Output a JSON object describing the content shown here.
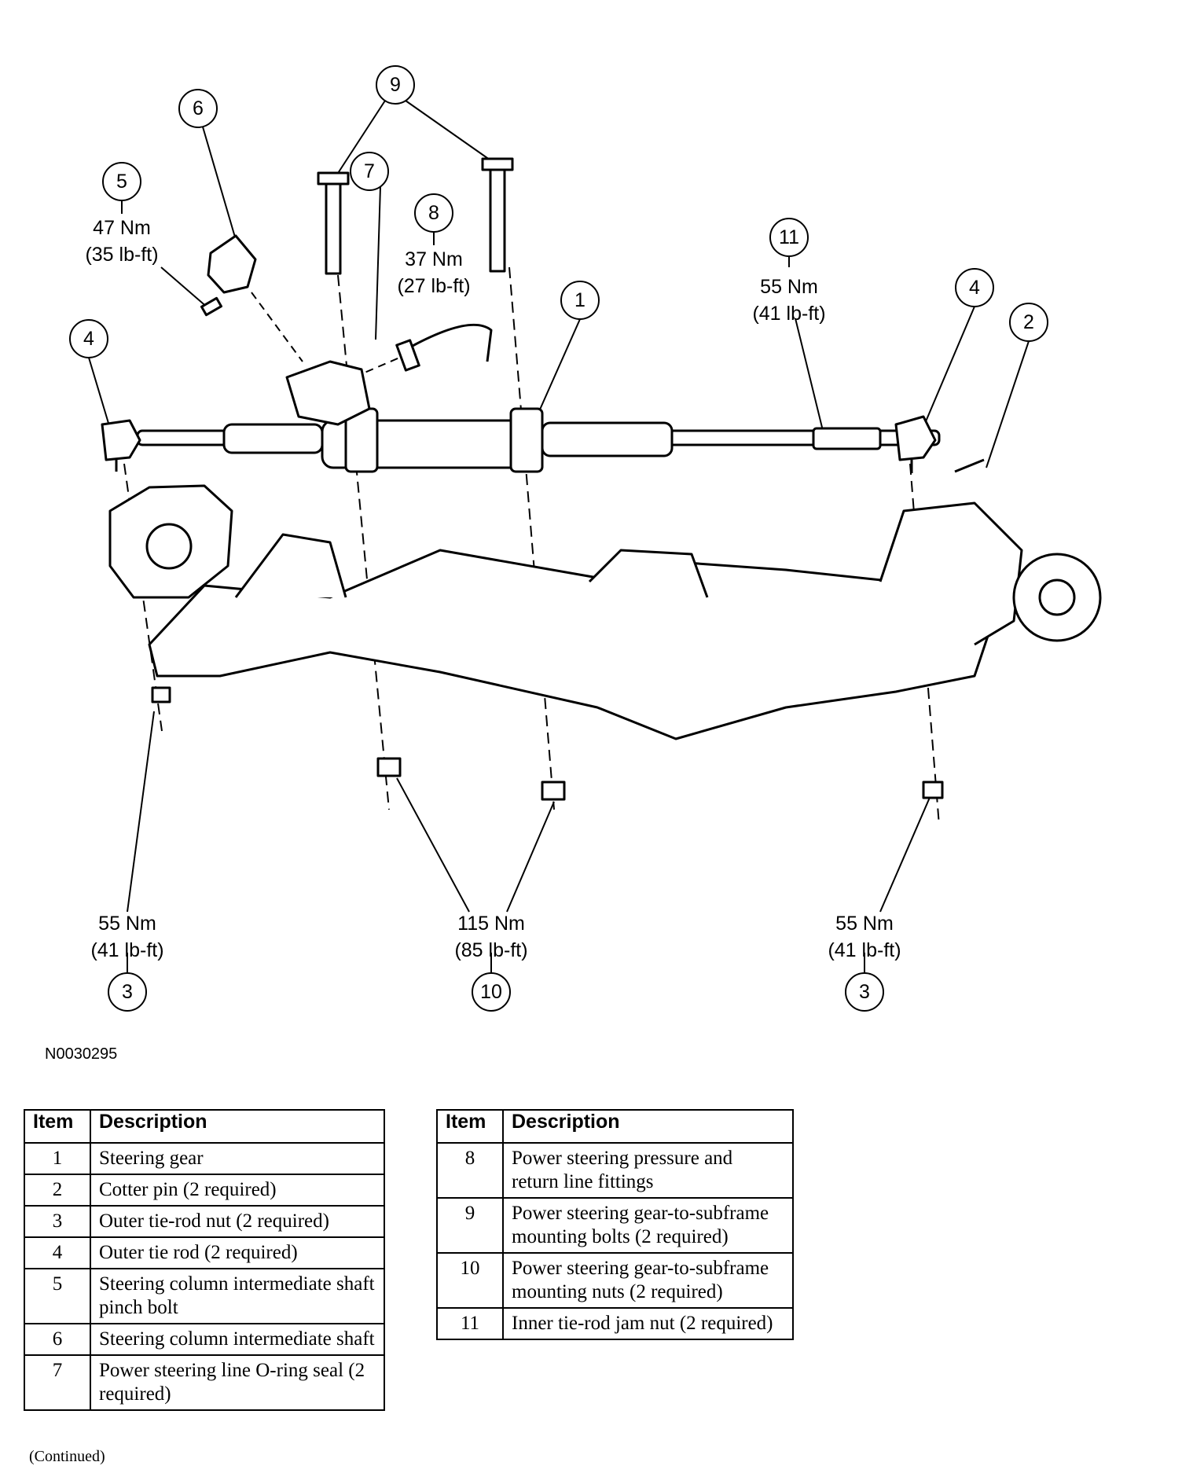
{
  "callouts": [
    {
      "num": "1"
    },
    {
      "num": "2"
    },
    {
      "num": "3"
    },
    {
      "num": "3"
    },
    {
      "num": "4"
    },
    {
      "num": "4"
    },
    {
      "num": "5"
    },
    {
      "num": "6"
    },
    {
      "num": "7"
    },
    {
      "num": "8"
    },
    {
      "num": "9"
    },
    {
      "num": "10"
    },
    {
      "num": "11"
    }
  ],
  "torques": [
    {
      "nm": "47 Nm",
      "lbft": "(35 lb-ft)"
    },
    {
      "nm": "37 Nm",
      "lbft": "(27 lb-ft)"
    },
    {
      "nm": "55 Nm",
      "lbft": "(41 lb-ft)"
    },
    {
      "nm": "55 Nm",
      "lbft": "(41 lb-ft)"
    },
    {
      "nm": "115 Nm",
      "lbft": "(85 lb-ft)"
    },
    {
      "nm": "55 Nm",
      "lbft": "(41 lb-ft)"
    }
  ],
  "figure_id": "N0030295",
  "table_headers": {
    "item": "Item",
    "description": "Description"
  },
  "table_left": [
    {
      "item": "1",
      "description": "Steering gear"
    },
    {
      "item": "2",
      "description": "Cotter pin (2 required)"
    },
    {
      "item": "3",
      "description": "Outer tie-rod nut (2 required)"
    },
    {
      "item": "4",
      "description": "Outer tie rod (2 required)"
    },
    {
      "item": "5",
      "description": "Steering column intermediate shaft pinch bolt"
    },
    {
      "item": "6",
      "description": "Steering column intermediate shaft"
    },
    {
      "item": "7",
      "description": "Power steering line O-ring seal (2 required)"
    }
  ],
  "table_right": [
    {
      "item": "8",
      "description": "Power steering pressure and return line fittings"
    },
    {
      "item": "9",
      "description": "Power steering gear-to-subframe mounting bolts (2 required)"
    },
    {
      "item": "10",
      "description": "Power steering gear-to-subframe mounting nuts (2 required)"
    },
    {
      "item": "11",
      "description": "Inner tie-rod jam nut (2 required)"
    }
  ],
  "continued": "(Continued)"
}
